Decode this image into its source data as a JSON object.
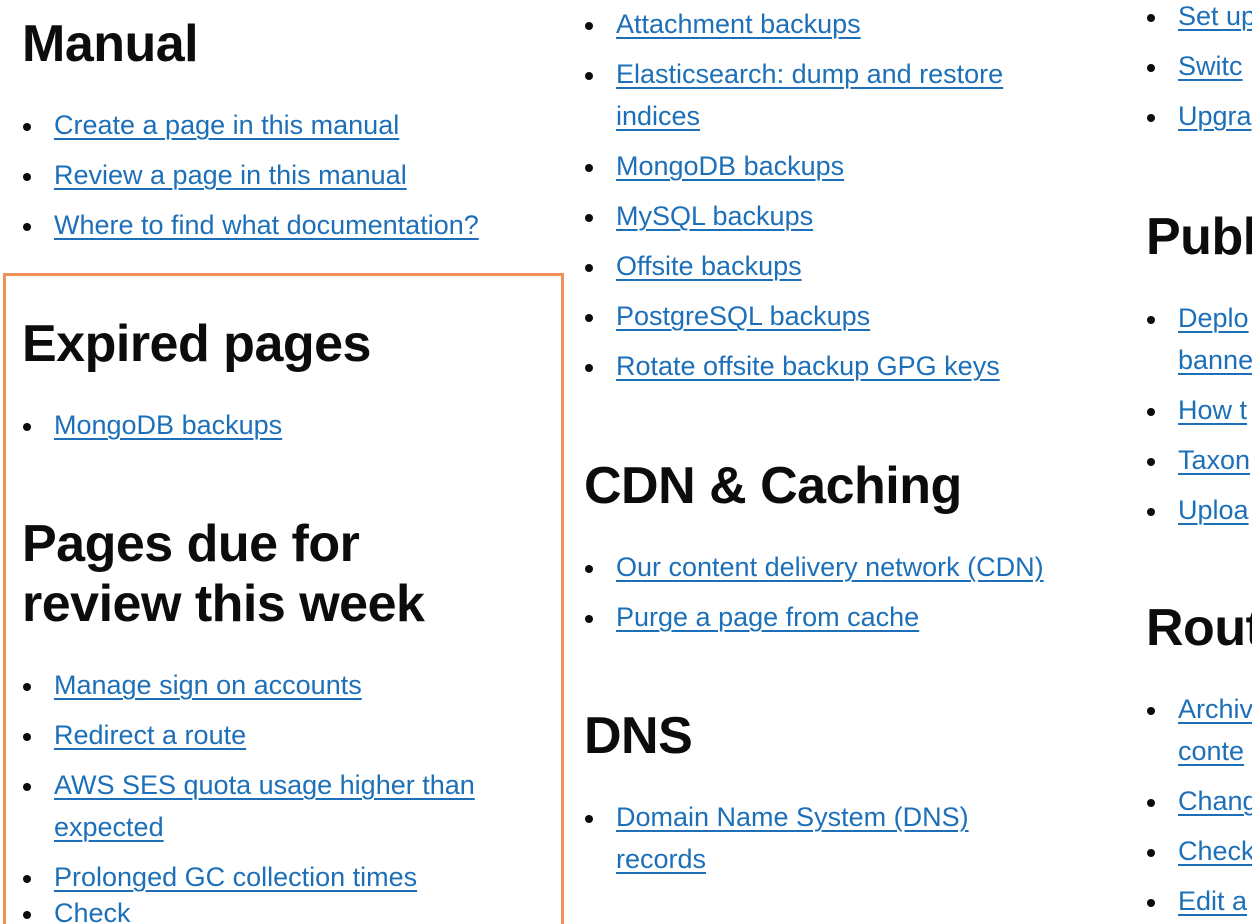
{
  "manual": {
    "title": "Manual",
    "links": [
      "Create a page in this manual",
      "Review a page in this manual",
      "Where to find what documentation?"
    ]
  },
  "expired": {
    "title": "Expired pages",
    "links": [
      "MongoDB backups"
    ]
  },
  "due_review": {
    "title": "Pages due for review this week",
    "links": [
      "Manage sign on accounts",
      "Redirect a route",
      "AWS SES quota usage higher than expected",
      "Prolonged GC collection times",
      "Check"
    ]
  },
  "backups": {
    "links": [
      "Attachment backups",
      "Elasticsearch: dump and restore indices",
      "MongoDB backups",
      "MySQL backups",
      "Offsite backups",
      "PostgreSQL backups",
      "Rotate offsite backup GPG keys"
    ]
  },
  "cdn": {
    "title": "CDN & Caching",
    "links": [
      "Our content delivery network (CDN)",
      "Purge a page from cache"
    ]
  },
  "dns": {
    "title": "DNS",
    "links": [
      "Domain Name System (DNS) records"
    ]
  },
  "col3_top": {
    "links": [
      "Set up",
      "Switc",
      "Upgra"
    ]
  },
  "publishing": {
    "title": "Publ",
    "links": [
      "Deplo banne",
      "How t",
      "Taxon",
      "Uploa"
    ]
  },
  "routing": {
    "title": "Rout",
    "links": [
      "Archiv conte",
      "Chang",
      "Check",
      "Edit a"
    ]
  }
}
